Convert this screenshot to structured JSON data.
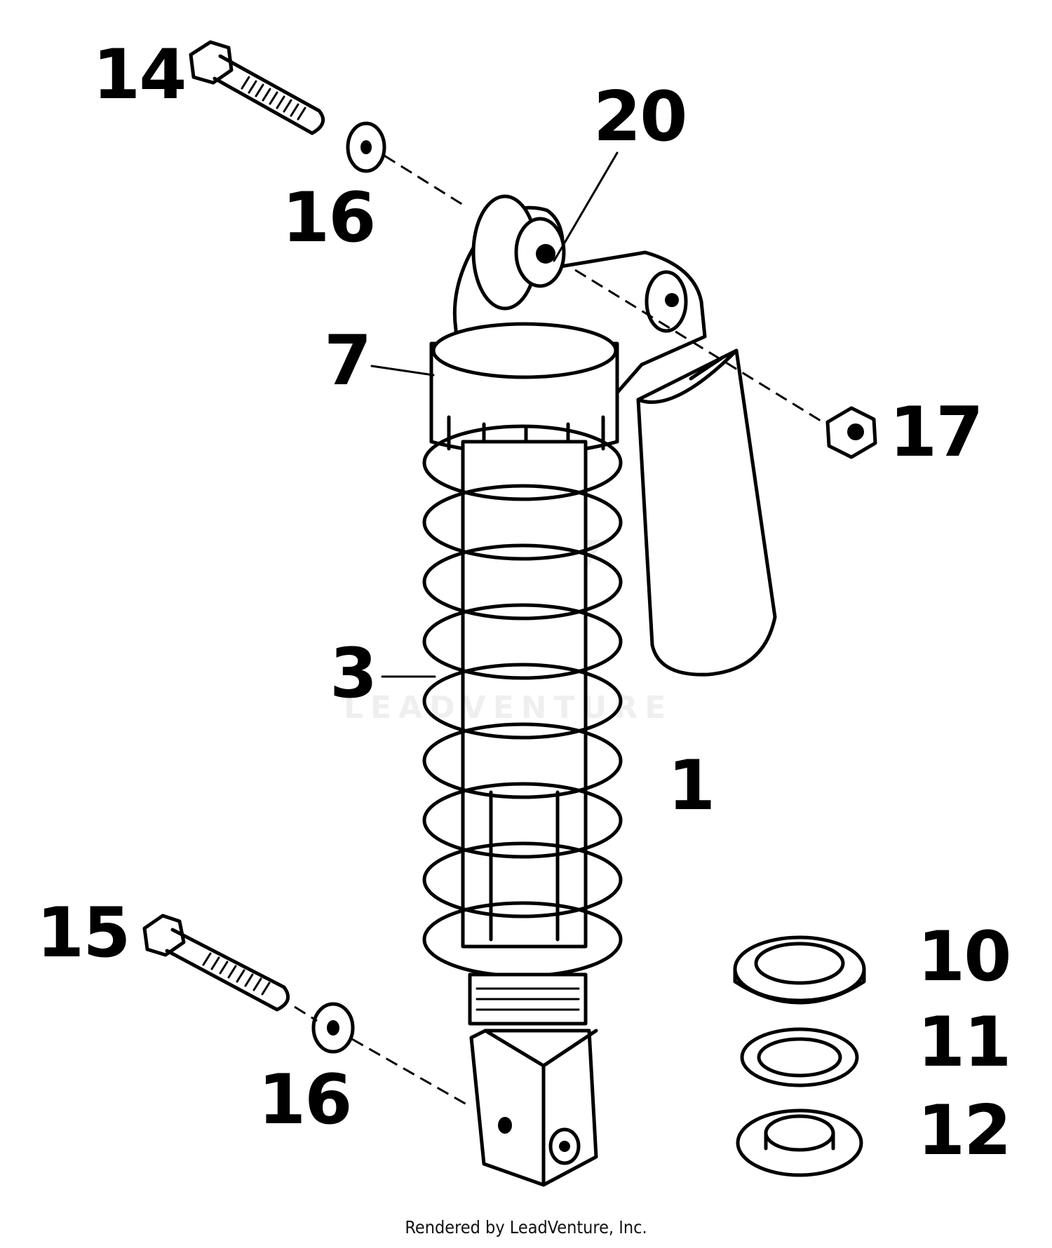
{
  "diagram": {
    "callouts": [
      {
        "id": "c14",
        "label": "14"
      },
      {
        "id": "c20",
        "label": "20"
      },
      {
        "id": "c16a",
        "label": "16"
      },
      {
        "id": "c7",
        "label": "7"
      },
      {
        "id": "c17",
        "label": "17"
      },
      {
        "id": "c3",
        "label": "3"
      },
      {
        "id": "c1",
        "label": "1"
      },
      {
        "id": "c15",
        "label": "15"
      },
      {
        "id": "c10",
        "label": "10"
      },
      {
        "id": "c11",
        "label": "11"
      },
      {
        "id": "c16b",
        "label": "16"
      },
      {
        "id": "c12",
        "label": "12"
      }
    ],
    "watermark": "LEADVENTURE",
    "footer": "Rendered by LeadVenture, Inc."
  }
}
